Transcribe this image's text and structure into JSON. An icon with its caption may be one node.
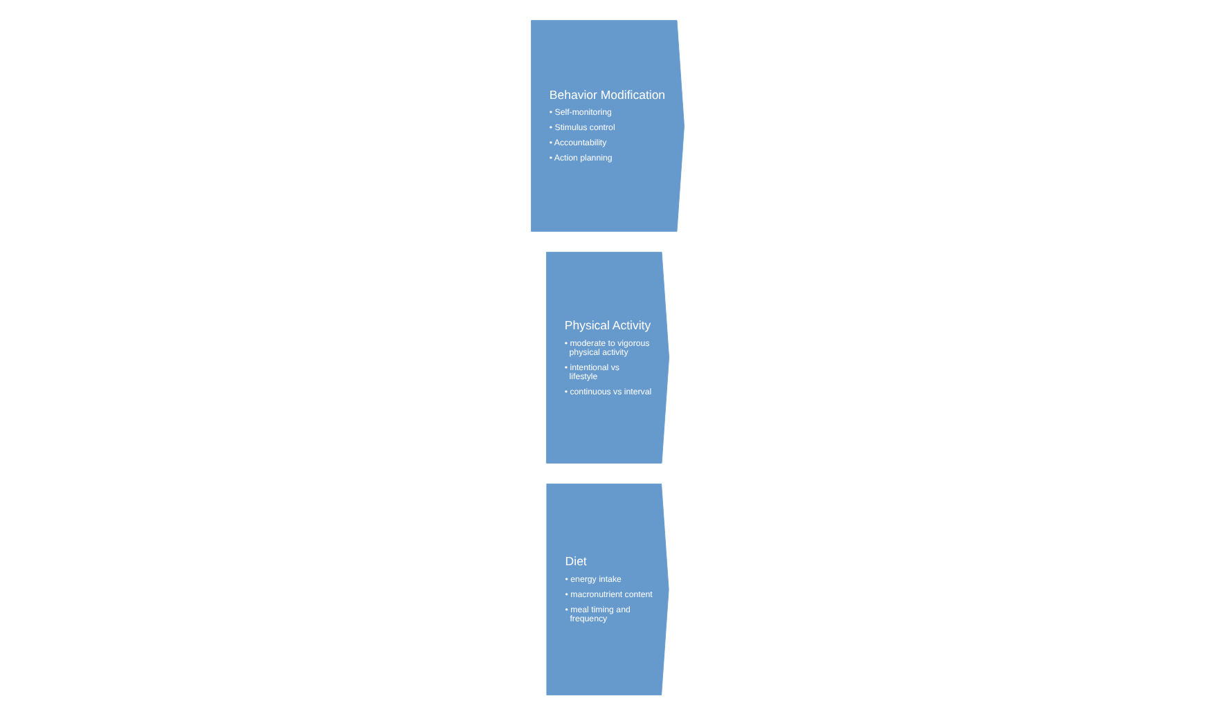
{
  "diagram": {
    "nodes": [
      {
        "text": [
          "Diet",
          "• energy intake",
          "• macronutrient content",
          "• meal timing and frequency"
        ]
      },
      {
        "text": [
          "Physical Activity",
          "• moderate to vigorous physical activity",
          "• intentional vs lifestyle",
          "• continuous vs interval"
        ]
      },
      {
        "text": [
          "Behavior Modification",
          "• Self-monitoring",
          "• Stimulus control",
          "• Accountability",
          "• Action planning"
        ]
      }
    ]
  }
}
